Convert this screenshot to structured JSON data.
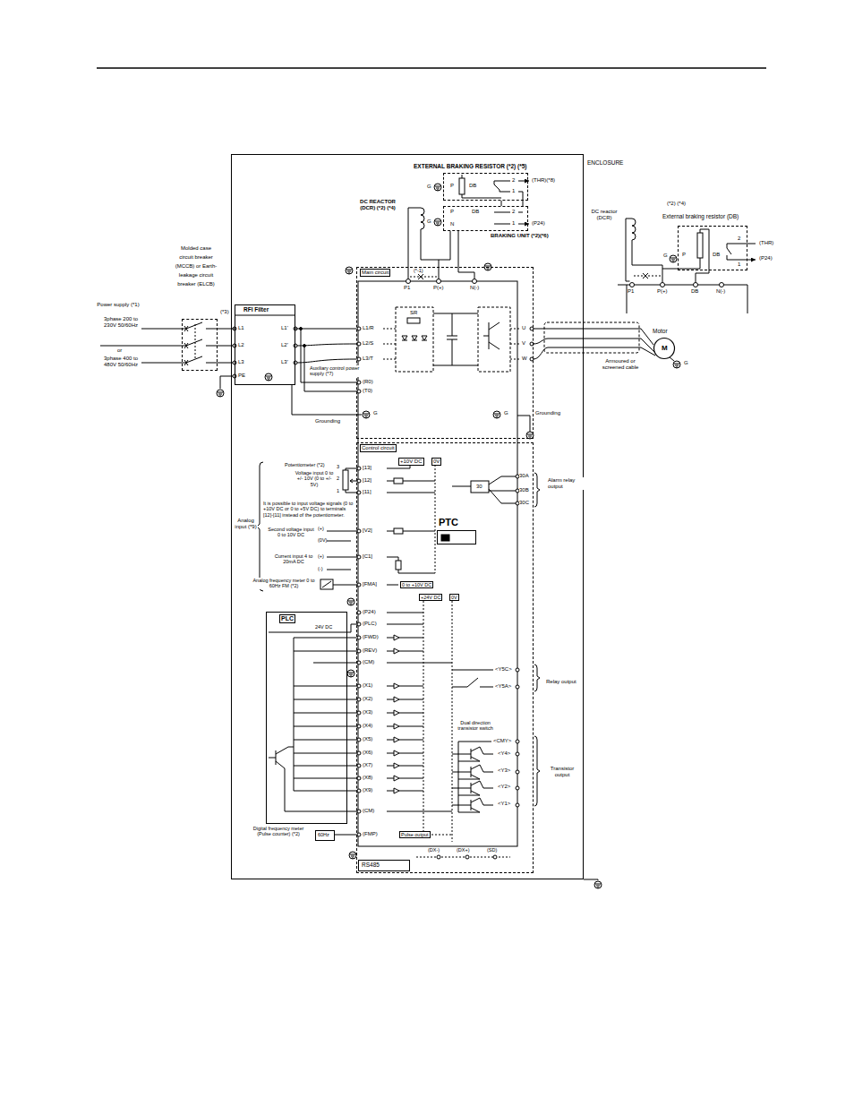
{
  "diagram": {
    "nodes": [
      {
        "text": [
          "ENCLOSURE"
        ]
      },
      {
        "text": [
          "Molded case circuit breaker (MCCB) or Earth-leakage circuit breaker (ELCB)"
        ]
      },
      {
        "text": [
          "RFI Filter"
        ],
        "in": 0
      },
      {
        "text": [
          "Main circuit"
        ],
        "in": 0
      },
      {
        "text": [
          "Control circuit"
        ],
        "in": 0
      },
      {
        "text": [
          "PTC"
        ],
        "in": 4
      },
      {
        "text": [
          "PLC",
          "24V DC"
        ],
        "in": 0
      },
      {
        "text": [
          "RS485"
        ],
        "in": 4
      },
      {
        "text": [
          "60Hz"
        ],
        "in": 0
      },
      {
        "text": [
          "EXTERNAL BRAKING RESISTOR (*2) (*5)"
        ],
        "in": 0
      },
      {
        "text": [
          "BRAKING UNIT (*2)(*6)"
        ],
        "in": 0
      },
      {
        "text": [
          "M",
          "Motor"
        ]
      },
      {
        "text": [
          "External braking resistor (DB)"
        ]
      }
    ],
    "edges": [
      {
        "from": 1,
        "to": 2,
        "arrow": "none"
      },
      {
        "from": 2,
        "to": 3,
        "arrow": "none"
      },
      {
        "from": 3,
        "to": 11,
        "arrow": "none"
      },
      {
        "from": 9,
        "to": 10,
        "arrow": "none"
      },
      {
        "from": 10,
        "to": 3,
        "arrow": "none"
      },
      {
        "from": 6,
        "to": 4,
        "arrow": "none"
      },
      {
        "from": 8,
        "to": 4,
        "arrow": "none"
      }
    ],
    "labels": [
      "2",
      "1",
      "(THR)(*8)",
      "P",
      "DB",
      "G",
      "P",
      "DB",
      "N",
      "2",
      "1",
      "G",
      "(P24)",
      "DC REACTOR (DCR) (*2) (*4)",
      "(*2) (*4)",
      "DC reactor (DCR)",
      "2",
      "(THR)",
      "G",
      "P",
      "DB",
      "1",
      "(P24)",
      "P1",
      "P(+)",
      "DB",
      "N(-)",
      "Power supply (*1)",
      "3phase 200 to 230V 50/60Hz",
      "or",
      "3phase 400 to 480V 50/60Hz",
      "(*3)",
      "L1",
      "L2",
      "L3",
      "PE",
      "L1'",
      "L2'",
      "L3'",
      "(*-1)",
      "P1",
      "P(+)",
      "N(-)",
      "L1/R",
      "L2/S",
      "L3/T",
      "SR",
      "U",
      "V",
      "W",
      "G",
      "Armoured or screened cable",
      "Auxiliary control power supply (*7)",
      "(R0)",
      "(T0)",
      "G",
      "Grounding",
      "G",
      "Grounding",
      "+10V DC",
      "0V",
      "30A",
      "30",
      "30B",
      "30C",
      "Alarm relay output",
      "Potentiometer (*2)",
      "3",
      "[13]",
      "2",
      "Voltage input 0 to +/- 10V (0 to +/- 5V)",
      "1",
      "[12]",
      "[11]",
      "It is possible to input voltage signals (0 to +10V DC or 0 to +5V DC) to terminals [12]-[11] instead of the potentiometer.",
      "Analog input (*9)",
      "Second voltage input 0 to 10V DC",
      "(+)",
      "[V2]",
      "(0V)",
      "Current input 4 to 20mA DC",
      "(+)",
      "[C1]",
      "(-)",
      "Analog frequency meter 0 to 60Hz FM (*2)",
      "[FMA]",
      "0 to +10V DC",
      "+24V DC",
      "0V",
      "(P24)",
      "(PLC)",
      "(FWD)",
      "(REV)",
      "(CM)",
      "<Y5C>",
      "Relay output",
      "<Y5A>",
      "(X1)",
      "(X2)",
      "(X3)",
      "(X4)",
      "Dual direction transistor switch",
      "(X5)",
      "<CMY>",
      "(X6)",
      "<Y4>",
      "(X7)",
      "Transistor output",
      "<Y3>",
      "(X8)",
      "<Y2>",
      "(X9)",
      "<Y1>",
      "(CM)",
      "Digital frequency meter (Pulse counter) (*2)",
      "(FMP)",
      "Pulse output",
      "(DX-)",
      "(DX+)",
      "(SD)"
    ]
  }
}
